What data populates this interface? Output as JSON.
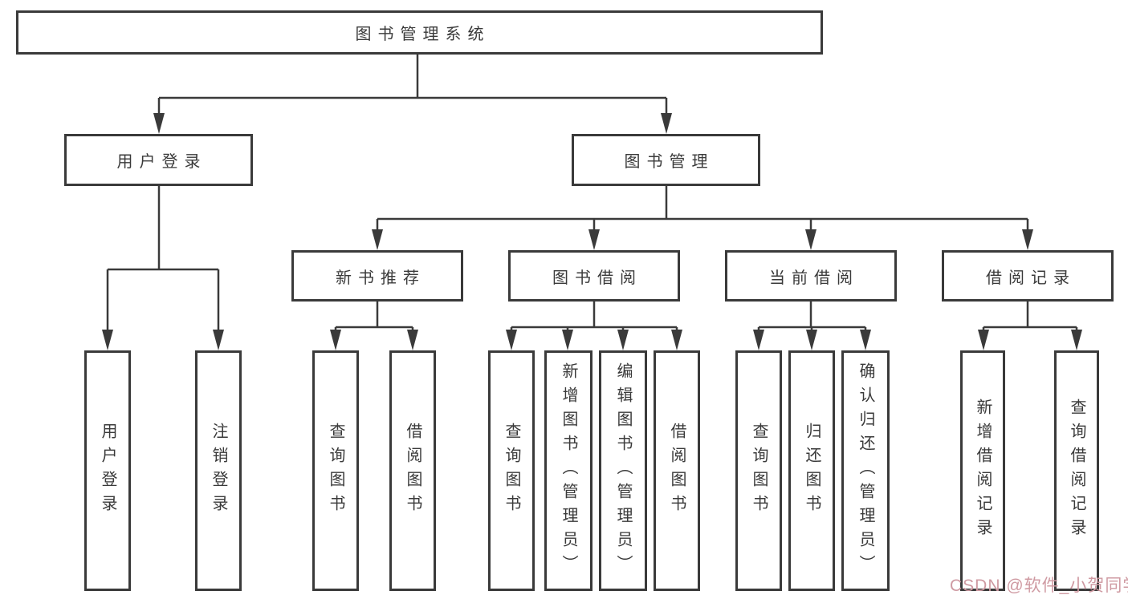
{
  "diagram": {
    "root": {
      "label": "图书管理系统"
    },
    "branches": [
      {
        "label": "用户登录",
        "children": [
          {
            "label": "用户登录"
          },
          {
            "label": "注销登录"
          }
        ]
      },
      {
        "label": "图书管理",
        "children": [
          {
            "label": "新书推荐",
            "children": [
              {
                "label": "查询图书"
              },
              {
                "label": "借阅图书"
              }
            ]
          },
          {
            "label": "图书借阅",
            "children": [
              {
                "label": "查询图书"
              },
              {
                "label": "新增图书（管理员）"
              },
              {
                "label": "编辑图书（管理员）"
              },
              {
                "label": "借阅图书"
              }
            ]
          },
          {
            "label": "当前借阅",
            "children": [
              {
                "label": "查询图书"
              },
              {
                "label": "归还图书"
              },
              {
                "label": "确认归还（管理员）"
              }
            ]
          },
          {
            "label": "借阅记录",
            "children": [
              {
                "label": "新增借阅记录"
              },
              {
                "label": "查询借阅记录"
              }
            ]
          }
        ]
      }
    ]
  },
  "watermark": {
    "text": "CSDN @软件_小贺同学",
    "color": "#cf9aa2"
  },
  "colors": {
    "line": "#3a3a3a",
    "box_border": "#3a3a3a",
    "text": "#3a3a3a",
    "background": "#ffffff"
  }
}
